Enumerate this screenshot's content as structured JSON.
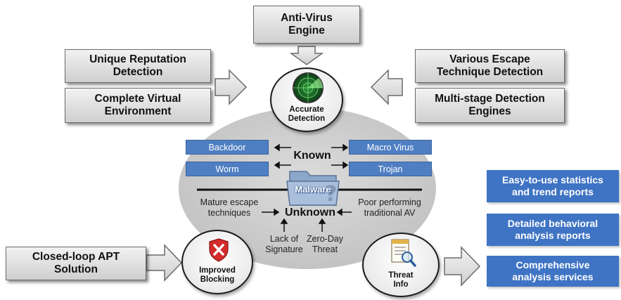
{
  "top_box": "Anti-Virus\nEngine",
  "left_boxes": [
    "Unique Reputation\nDetection",
    "Complete Virtual\nEnvironment"
  ],
  "right_boxes": [
    "Various Escape\nTechnique Detection",
    "Multi-stage Detection\nEngines"
  ],
  "center_circle": {
    "label": "Accurate\nDetection",
    "icon": "radar-icon"
  },
  "known": {
    "label": "Known",
    "left_tags": [
      "Backdoor",
      "Worm"
    ],
    "right_tags": [
      "Macro Virus",
      "Trojan"
    ]
  },
  "malware_label": "Malware",
  "unknown": {
    "label": "Unknown",
    "left_text": "Mature escape\ntechniques",
    "right_text": "Poor performing\ntraditional AV",
    "bottom_left": "Lack of\nSignature",
    "bottom_right": "Zero-Day\nThreat"
  },
  "bottom_left_box": "Closed-loop APT\nSolution",
  "blocking_circle": {
    "label": "Improved\nBlocking",
    "icon": "shield-x-icon"
  },
  "threat_circle": {
    "label": "Threat\nInfo",
    "icon": "report-magnifier-icon"
  },
  "report_boxes": [
    "Easy-to-use statistics\nand trend reports",
    "Detailed behavioral\nanalysis reports",
    "Comprehensive\nanalysis services"
  ],
  "colors": {
    "blue_tag": "#4f7fc2",
    "blue_panel": "#3f74c4",
    "ellipse": "#cfcfcf",
    "shield_red": "#d42b2b"
  }
}
